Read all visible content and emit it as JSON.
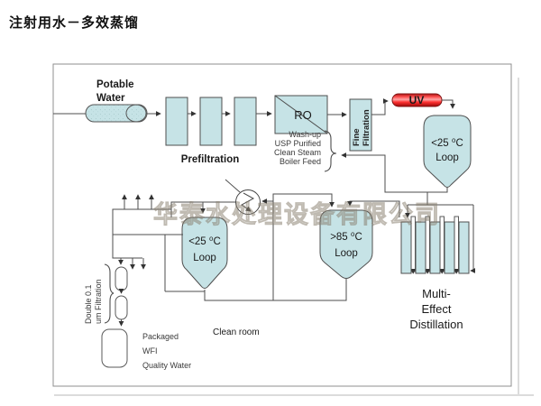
{
  "title": "注射用水－多效蒸馏",
  "watermark": "华泰水处理设备有限公司",
  "flow": {
    "potable_line1": "Potable",
    "potable_line2": "Water",
    "prefiltration": "Prefiltration",
    "ro": "RO",
    "fine_line1": "Fine",
    "fine_line2": "Filtration",
    "uv": "UV",
    "washup": [
      "Wash-up",
      "USP Purified",
      "Clean Steam",
      "Boiler Feed"
    ]
  },
  "tanks": {
    "top_loop_line1": "<25 ⁰C",
    "top_loop_line2": "Loop",
    "mid_loop_line1": "<25 ⁰C",
    "mid_loop_line2": "Loop",
    "hot_loop_line1": ">85 ⁰C",
    "hot_loop_line2": "Loop"
  },
  "distillation": {
    "line1": "Multi-",
    "line2": "Effect",
    "line3": "Distillation"
  },
  "output": {
    "double_filter_line1": "Double 0.1",
    "double_filter_line2": "um Filtration",
    "packaged": "Packaged",
    "wfi": "WFI",
    "quality": "Quality Water",
    "clean_room": "Clean room"
  },
  "colors": {
    "vessel": "#c6e3e6",
    "uv": "#e02020",
    "line": "#4d4d4d"
  }
}
